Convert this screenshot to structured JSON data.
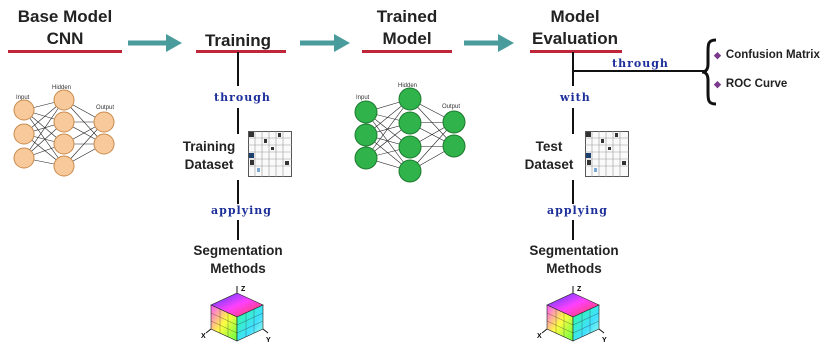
{
  "stages": {
    "base": [
      "Base Model",
      "CNN"
    ],
    "training": "Training",
    "trained": [
      "Trained",
      "Model"
    ],
    "evaluation": [
      "Model",
      "Evaluation"
    ]
  },
  "connectors": {
    "through_1": "through",
    "applying_1": "applying",
    "through_2": "through",
    "with": "with",
    "applying_2": "applying"
  },
  "labels": {
    "training_dataset": [
      "Training",
      "Dataset"
    ],
    "test_dataset": [
      "Test",
      "Dataset"
    ],
    "seg_1": [
      "Segmentation",
      "Methods"
    ],
    "seg_2": [
      "Segmentation",
      "Methods"
    ]
  },
  "network_labels": {
    "input": "Input",
    "hidden": "Hidden",
    "output": "Output"
  },
  "metrics": [
    "Confusion Matrix",
    "ROC Curve"
  ],
  "axes": {
    "x": "X",
    "y": "Y",
    "z": "Z"
  },
  "colors": {
    "rule": "#c0263a",
    "arrow": "#4a9c9c",
    "node_base": "#f8c99a",
    "node_trained": "#2fb34a",
    "connector_text": "#1d2f9a",
    "bullet": "#7a3a8c"
  },
  "icons": [
    "neural-network-icon",
    "dataset-grid-icon",
    "rgb-color-cube-icon",
    "curly-brace-icon"
  ]
}
